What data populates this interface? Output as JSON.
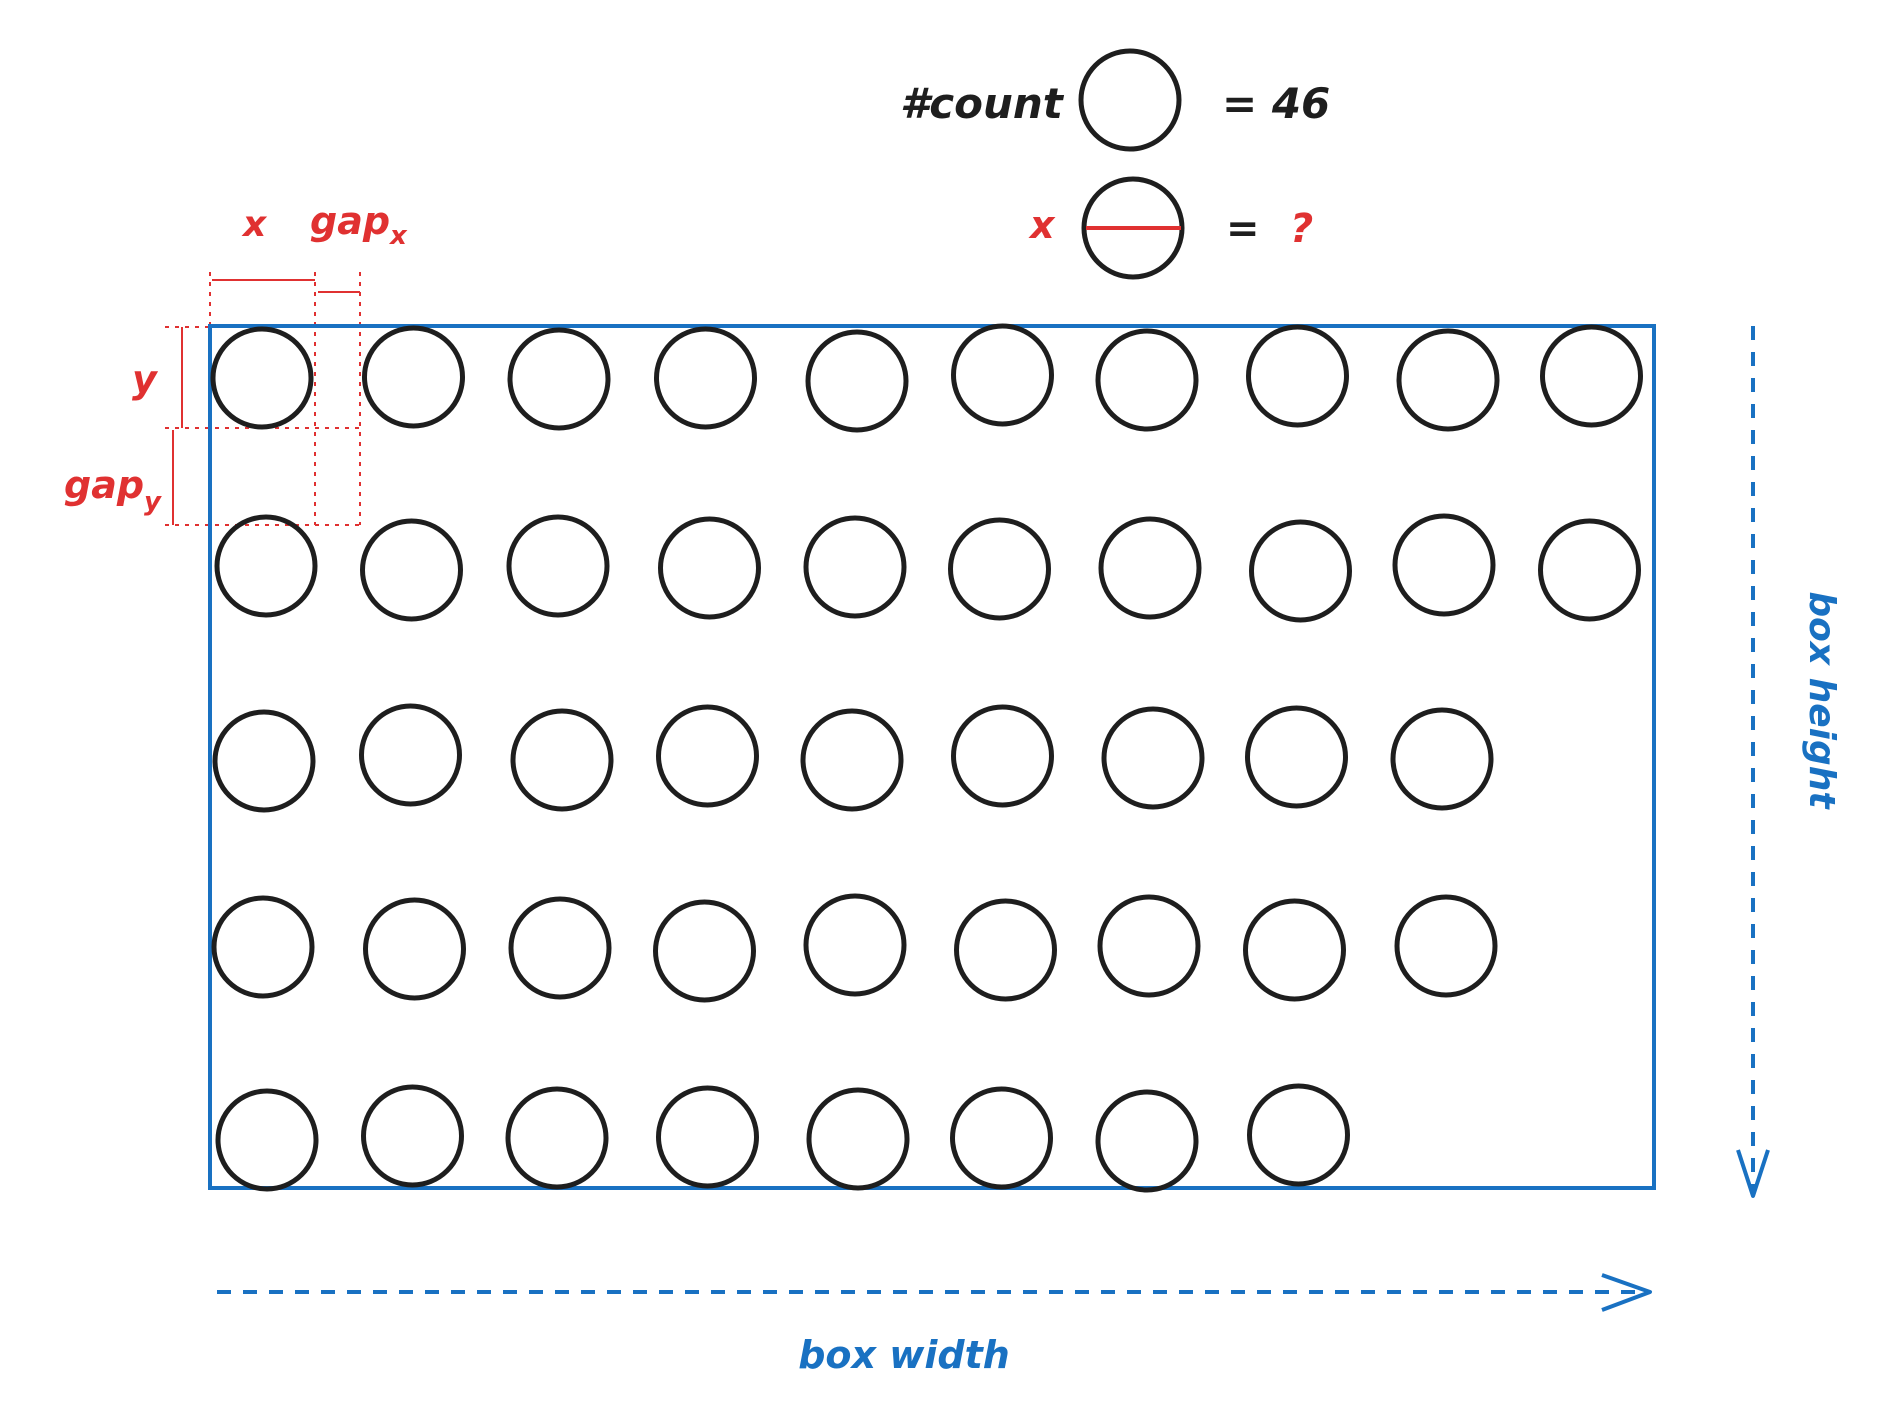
{
  "legend": {
    "count_label": "#count",
    "count_eq": "= 46",
    "size_label": "x",
    "size_eq": "=",
    "size_value": "?"
  },
  "dimensions": {
    "x": "x",
    "gap_x_base": "gap",
    "gap_x_sub": "x",
    "y": "y",
    "gap_y_base": "gap",
    "gap_y_sub": "y",
    "box_width": "box width",
    "box_height": "box height"
  },
  "grid": {
    "row_counts": [
      10,
      10,
      9,
      9,
      8
    ]
  },
  "colors": {
    "ink": "#1e1e1e",
    "box": "#1971c2",
    "annotation": "#e03131"
  }
}
